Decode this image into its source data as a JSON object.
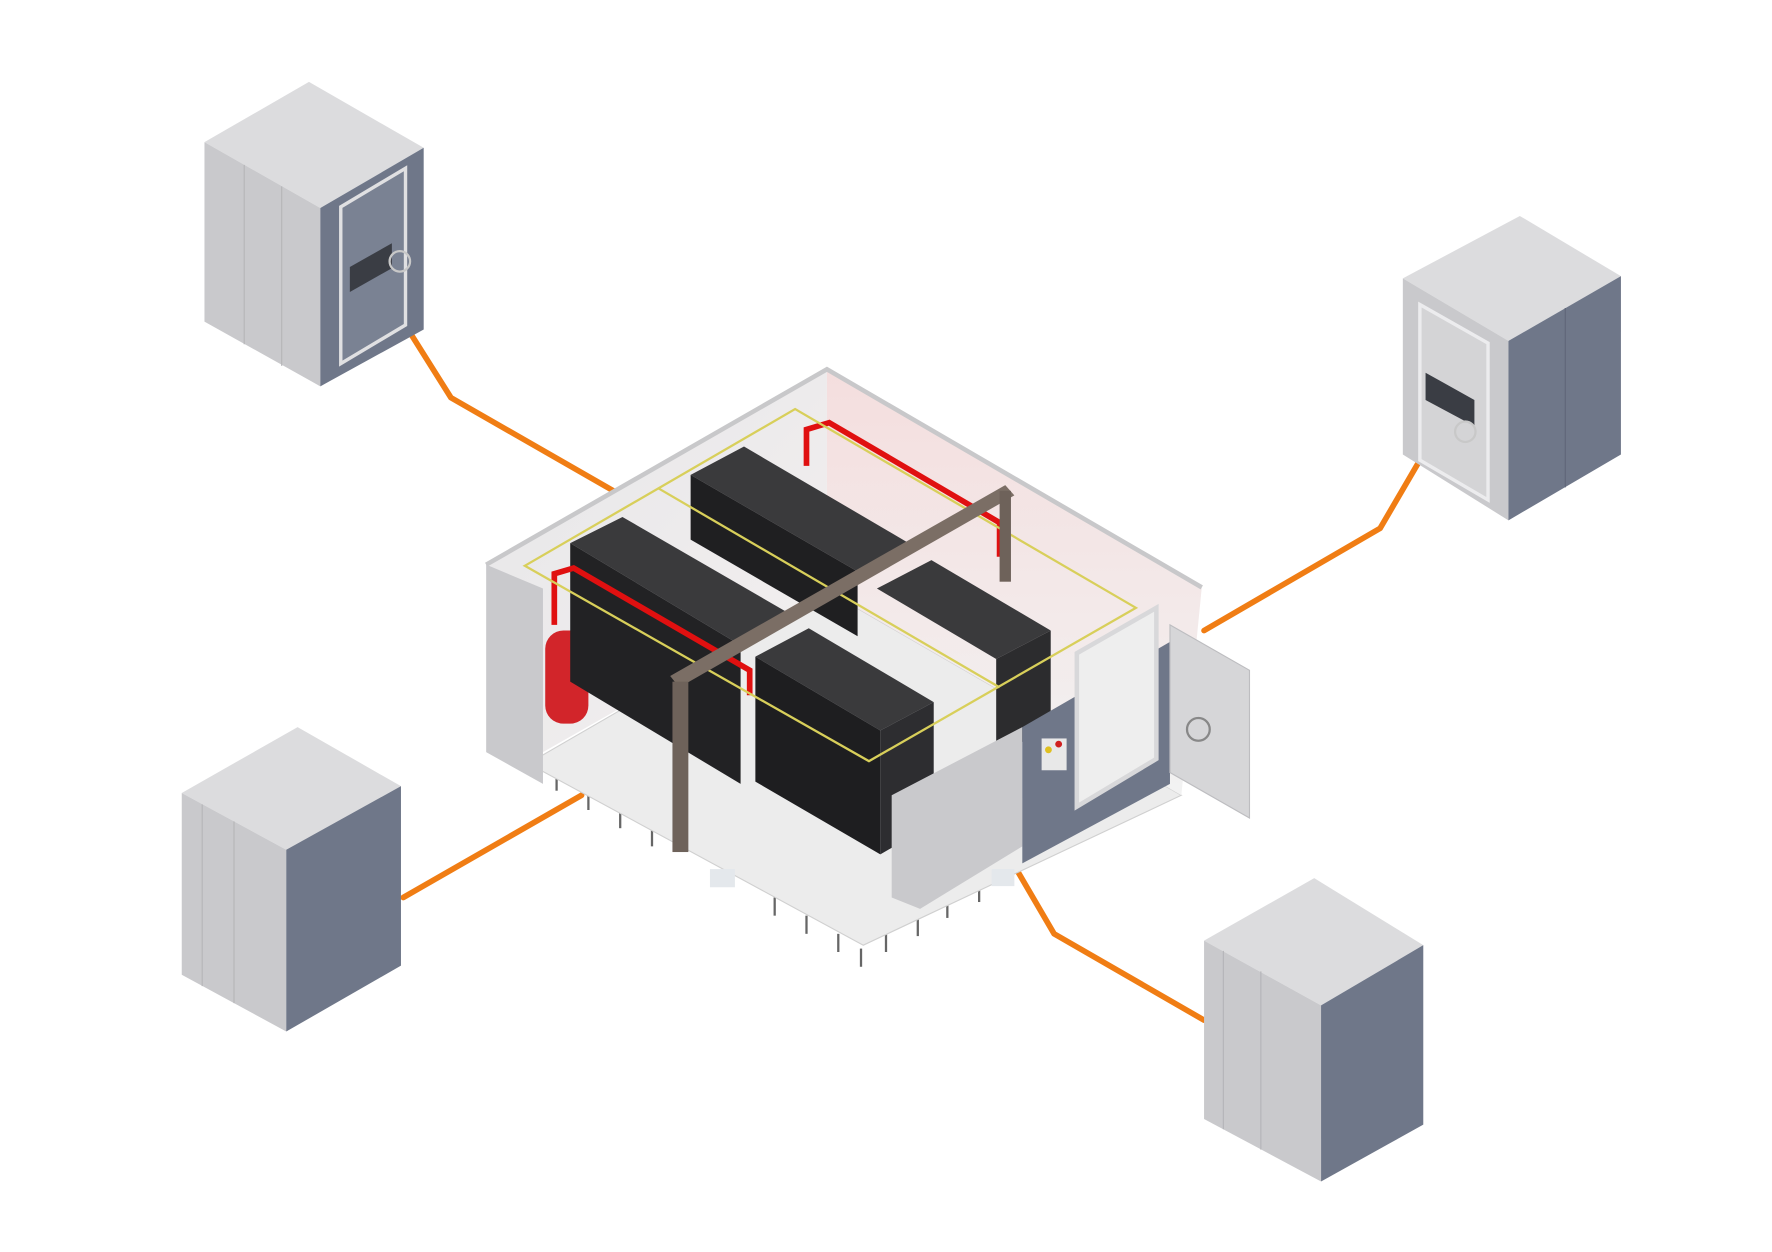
{
  "scene": {
    "kind": "isometric server room connected to four safes",
    "colors": {
      "cable": "#f07d14",
      "safe_top": "#dcdcde",
      "safe_side_light": "#c9c9cc",
      "safe_side_dark": "#6f7789",
      "rack": "#2a2a2c",
      "beam": "#6e625a",
      "pipe": "#e01010",
      "sensor_line": "#d8cf5a",
      "floor": "#ececec",
      "wall": "#d9d9db"
    },
    "safes": [
      {
        "id": "top-left",
        "door": "right"
      },
      {
        "id": "top-right",
        "door": "left"
      },
      {
        "id": "bottom-left",
        "door": "none"
      },
      {
        "id": "bottom-right",
        "door": "none"
      }
    ]
  }
}
